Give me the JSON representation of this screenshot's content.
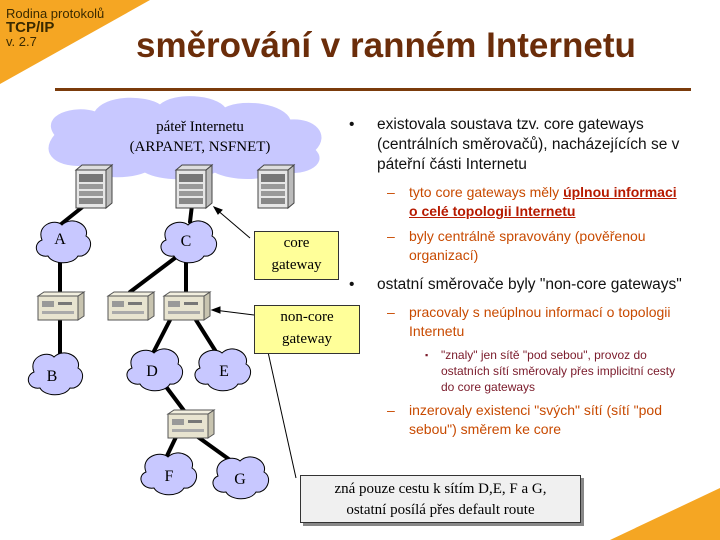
{
  "brand": {
    "line1": "Rodina protokolů",
    "line2": "TCP/IP",
    "line3": "v. 2.7"
  },
  "title": "směrování v ranném Internetu",
  "diagram": {
    "backbone_line1": "páteř Internetu",
    "backbone_line2": "(ARPANET, NSFNET)",
    "nodes": {
      "a": "A",
      "b": "B",
      "c": "C",
      "d": "D",
      "e": "E",
      "f": "F",
      "g": "G"
    }
  },
  "callouts": {
    "core_line1": "core",
    "core_line2": "gateway",
    "noncore_line1": "non-core",
    "noncore_line2": "gateway"
  },
  "bullets": {
    "b1": "existovala soustava tzv. core gateways (centrálních směrovačů), nacházejících se v páteřní části Internetu",
    "b1_sub1_pre": "tyto core gateways měly ",
    "b1_sub1_hl": "úplnou informaci o celé topologii Internetu",
    "b1_sub2": "byly centrálně spravovány (pověřenou organizací)",
    "b2": "ostatní směrovače byly \"non-core gateways\"",
    "b2_sub1": "pracovaly s neúplnou informací o topologii Internetu",
    "b2_sub1_sub": "\"znaly\" jen sítě \"pod sebou\", provoz do ostatních sítí směrovaly přes implicitní cesty do core gateways",
    "b2_sub2": "inzerovaly existenci \"svých\" sítí (sítí \"pod sebou\") směrem ke core"
  },
  "note": {
    "line1": "zná pouze cestu k sítím D,E, F a G,",
    "line2": "ostatní posílá přes default route"
  },
  "colors": {
    "orange": "#f5a623",
    "title": "#6b2d0a",
    "callout": "#ffff99",
    "cloud": "#c8c8ff"
  }
}
